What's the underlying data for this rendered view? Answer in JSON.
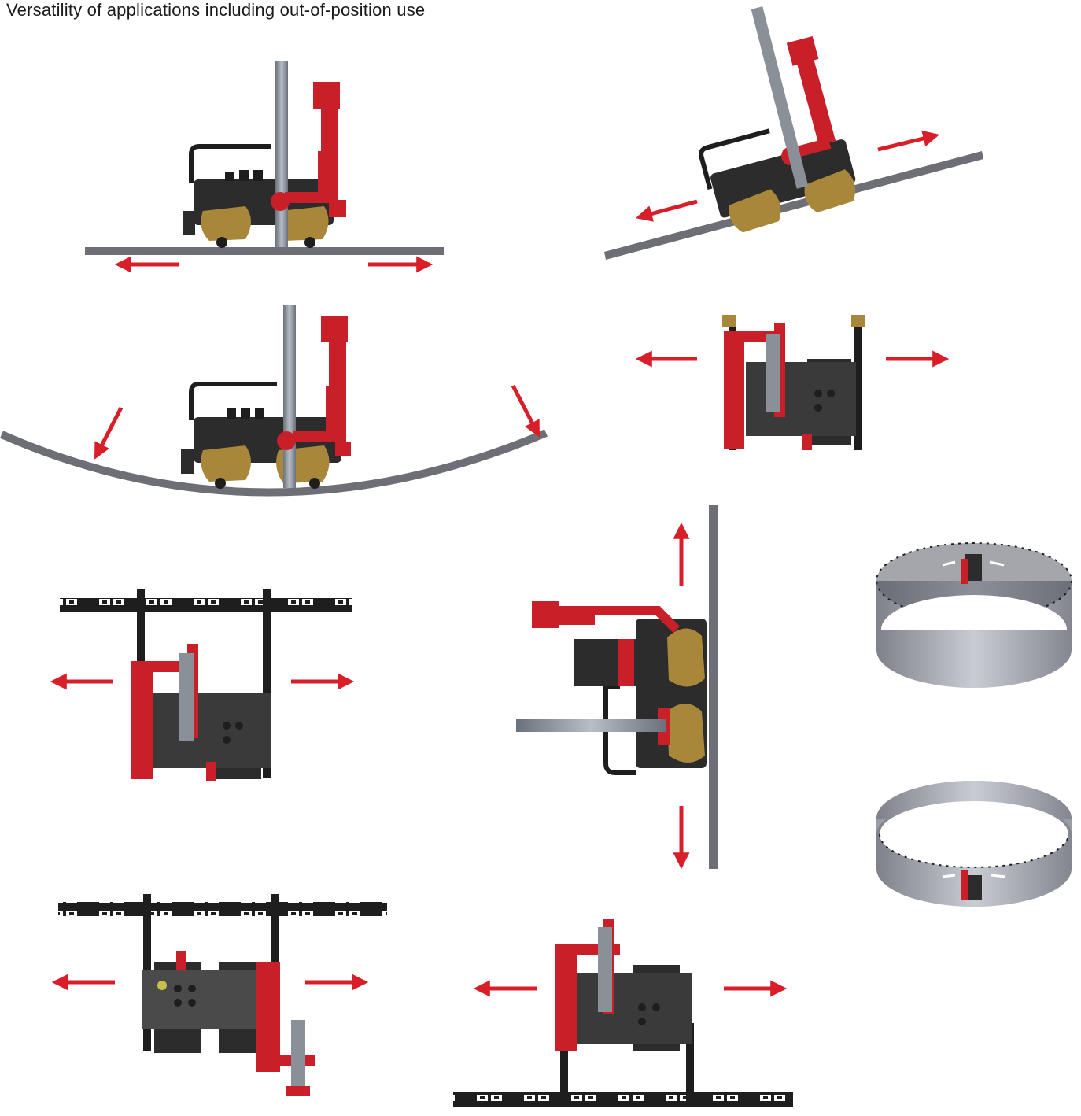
{
  "title": "Versatility of applications including out-of-position use",
  "colors": {
    "arrow": "#d81e28",
    "plate": "#6e6e76",
    "carriage_body": "#2c2c2c",
    "wheel_plate": "#a8863a",
    "arm": "#c81f28",
    "torch": "#8a9098",
    "track": "#1e1e1e",
    "ring": "#9ea1aa"
  },
  "panels": [
    {
      "id": "flat-horizontal",
      "label": ""
    },
    {
      "id": "inclined",
      "label": ""
    },
    {
      "id": "curved-inner",
      "label": ""
    },
    {
      "id": "overhead-top-view",
      "label": ""
    },
    {
      "id": "rail-mounted-top",
      "label": ""
    },
    {
      "id": "vertical-wall",
      "label": ""
    },
    {
      "id": "ring-outer",
      "label": ""
    },
    {
      "id": "ring-inner",
      "label": ""
    },
    {
      "id": "rail-mounted-flipped",
      "label": ""
    },
    {
      "id": "rail-mounted-bottom",
      "label": ""
    }
  ]
}
